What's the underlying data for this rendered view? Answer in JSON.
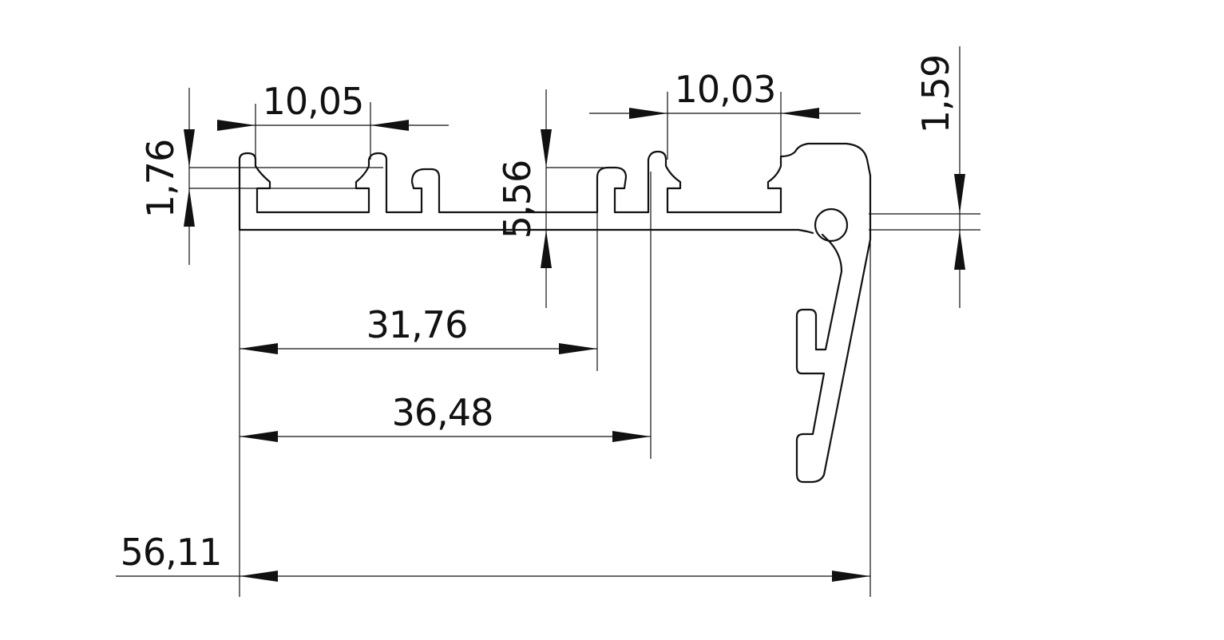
{
  "drawing": {
    "type": "technical-profile-drawing",
    "line_color": "#111111",
    "background": "#ffffff"
  },
  "dimensions": {
    "slot_left_width": "10,05",
    "slot_right_width": "10,03",
    "lip_height": "1,76",
    "base_height": "5,56",
    "wall_thickness": "1,59",
    "to_inner_wall": "31,76",
    "to_second_wall": "36,48",
    "overall_width": "56,11"
  }
}
